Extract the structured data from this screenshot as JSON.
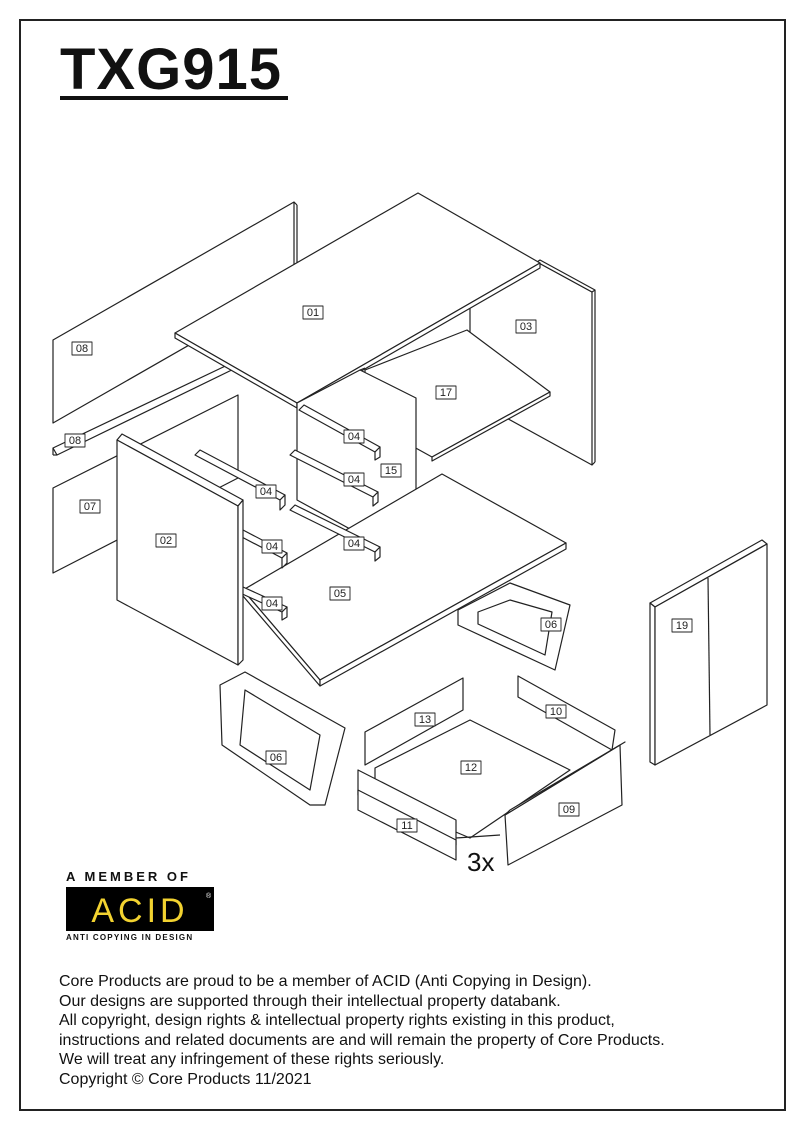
{
  "document": {
    "title": "TXG915",
    "quantity_note": "3x"
  },
  "parts": [
    "01",
    "02",
    "03",
    "04",
    "05",
    "06",
    "07",
    "08",
    "09",
    "10",
    "11",
    "12",
    "13",
    "15",
    "17",
    "19"
  ],
  "acid_logo": {
    "top_text": "A MEMBER OF",
    "logo_text": "ACID",
    "bottom_text": "ANTI COPYING IN DESIGN",
    "logo_bg": "#000000",
    "logo_fg": "#f2d230"
  },
  "notice": {
    "lines": [
      "Core Products are proud to be a member of ACID (Anti Copying in Design).",
      "Our designs are supported through their intellectual property databank.",
      "All copyright, design rights & intellectual property rights existing in this product,",
      "instructions and related documents are and will remain the property of Core Products.",
      "We will treat any infringement of these rights seriously.",
      "Copyright © Core Products 11/2021"
    ]
  }
}
